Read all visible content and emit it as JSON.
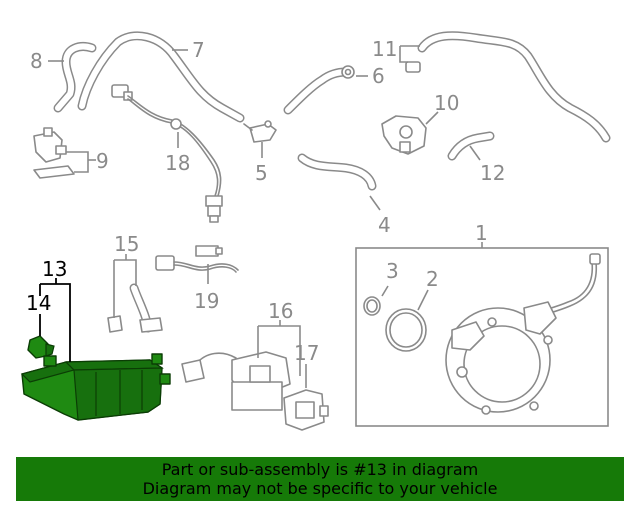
{
  "diagram": {
    "callouts": {
      "c1": "1",
      "c2": "2",
      "c3": "3",
      "c4": "4",
      "c5": "5",
      "c6": "6",
      "c7": "7",
      "c8": "8",
      "c9": "9",
      "c10": "10",
      "c11": "11",
      "c12": "12",
      "c13": "13",
      "c14": "14",
      "c15": "15",
      "c16": "16",
      "c17": "17",
      "c18": "18",
      "c19": "19"
    },
    "highlight_color": "#1f8a12"
  },
  "banner": {
    "line1": "Part or sub-assembly is #13 in diagram",
    "line2": "Diagram may not be specific to your vehicle",
    "background": "#167a08"
  }
}
